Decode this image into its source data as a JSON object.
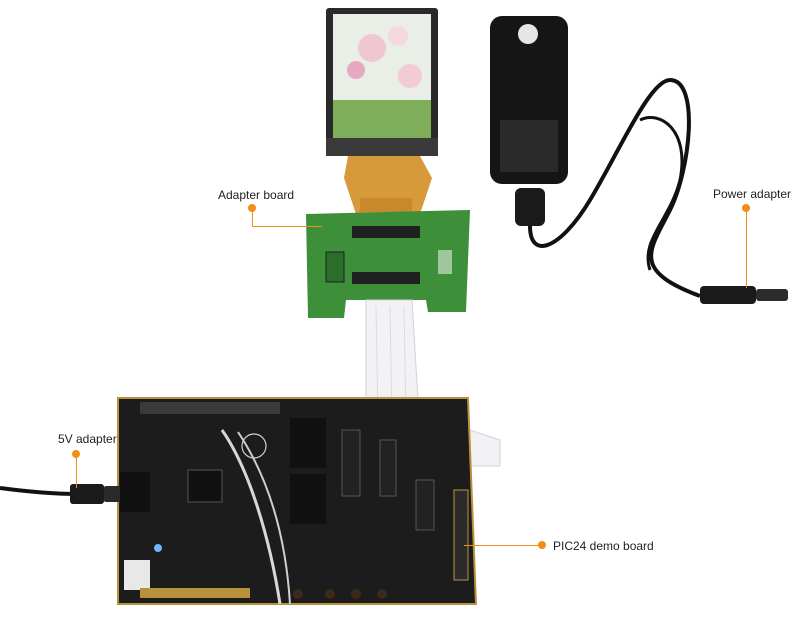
{
  "labels": {
    "adapter_board": "Adapter board",
    "power_adapter": "Power adapter",
    "five_v_adapter": "5V adapter",
    "pic24_demo_board": "PIC24 demo board"
  },
  "colors": {
    "callout": "#f28c1a",
    "pcb_green": "#3e8f3a",
    "pcb_black": "#1c1c1c",
    "flex_orange": "#d79a3a",
    "adapter_black": "#151515"
  }
}
